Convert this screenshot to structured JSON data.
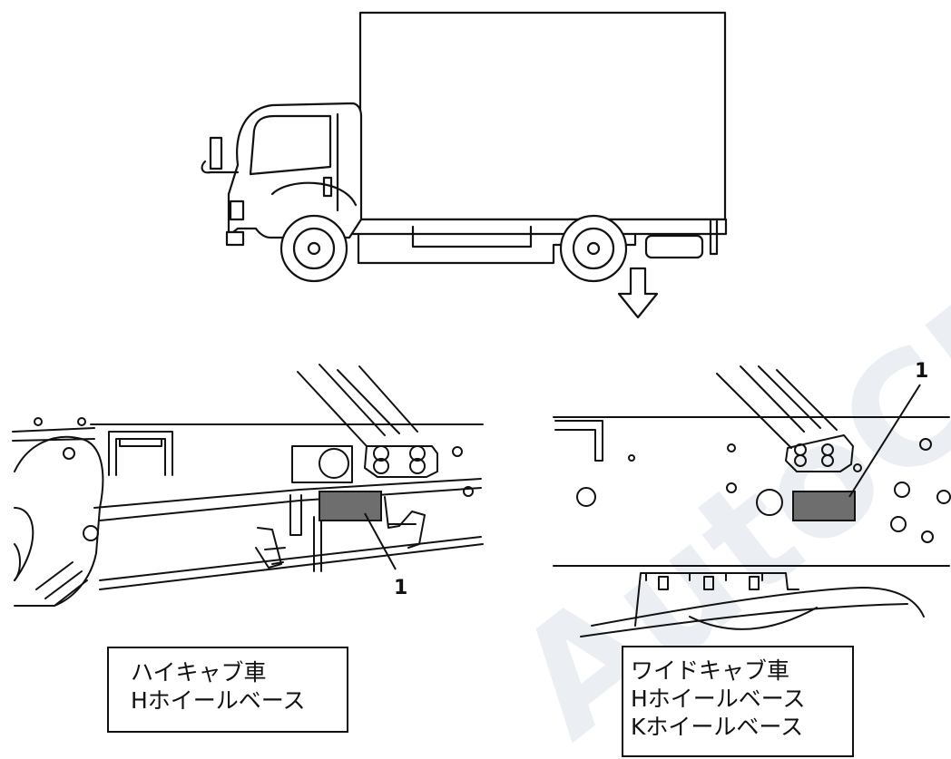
{
  "callouts": {
    "left_number": "1",
    "right_number": "1"
  },
  "labels": {
    "left": {
      "line1": "ハイキャブ車",
      "line2": "Hホイールベース"
    },
    "right": {
      "line1": "ワイドキャブ車",
      "line2": "Hホイールベース",
      "line3": "Kホイールベース"
    }
  },
  "watermark": {
    "text": "AutoCD.ru"
  },
  "colors": {
    "line": "#111111",
    "marker_fill": "#6e6e6e",
    "background": "#ffffff"
  },
  "icons": {
    "indicator": "down-arrow-icon"
  }
}
